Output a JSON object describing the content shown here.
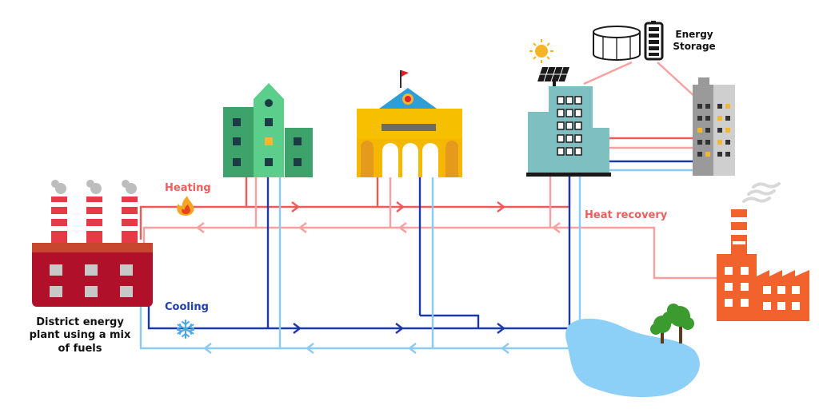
{
  "labels": {
    "plant": [
      "District energy",
      "plant using a mix",
      "of fuels"
    ],
    "heating": "Heating",
    "cooling": "Cooling",
    "heat_recovery": "Heat recovery",
    "energy_storage": [
      "Energy",
      "Storage"
    ]
  },
  "colors": {
    "hot_supply": "#f25a5a",
    "hot_return": "#f8a0a0",
    "cold_supply": "#1b3aa8",
    "cold_return": "#8ccaf2",
    "plant": "#b0102a",
    "lake": "#8dd0f7",
    "tree": "#3b9b2e",
    "industry": "#f2622d"
  },
  "icons": [
    "factory-icon",
    "flame-icon",
    "snowflake-icon",
    "sun-icon",
    "solar-panel-icon",
    "water-tank-icon",
    "battery-icon",
    "tree-icon",
    "smoke-icon"
  ]
}
